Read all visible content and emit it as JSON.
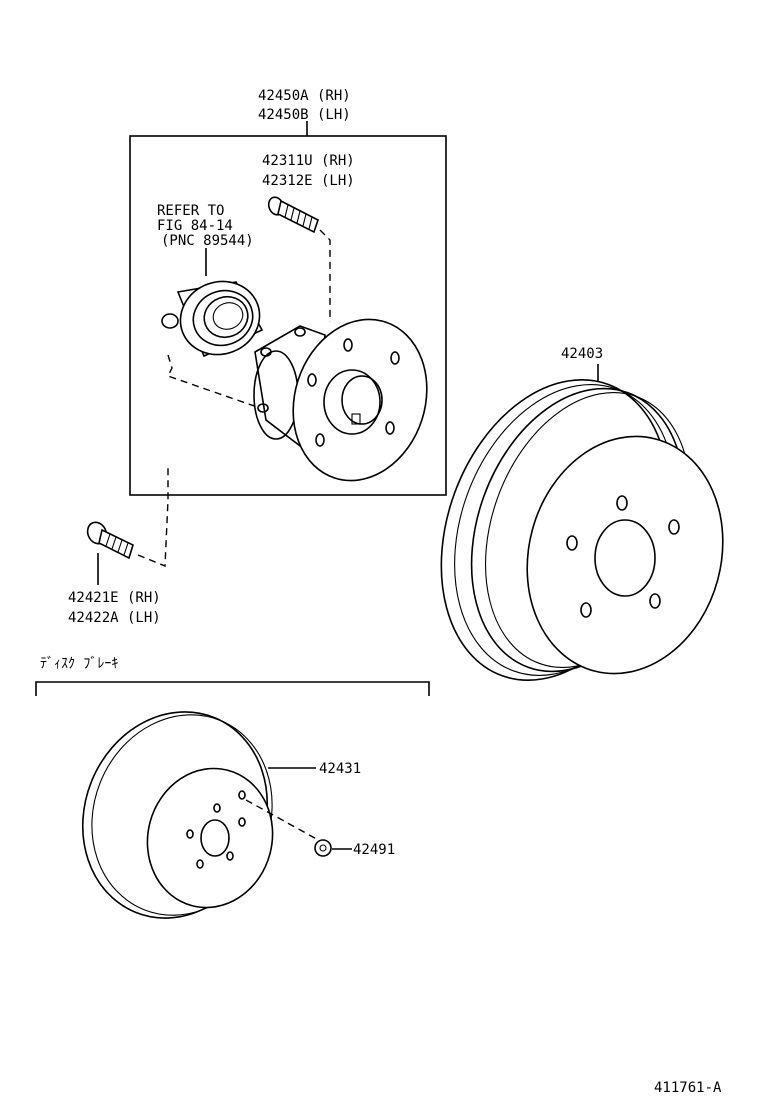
{
  "callouts": {
    "hub_assy_rh": "42450A (RH)",
    "hub_assy_lh": "42450B (LH)",
    "bolt_hub_rh": "42311U (RH)",
    "bolt_hub_lh": "42312E (LH)",
    "refer_line1": "REFER TO",
    "refer_line2": "FIG 84-14",
    "refer_line3": "(PNC 89544)",
    "brake_drum": "42403",
    "bolt_rh": "42421E (RH)",
    "bolt_lh": "42422A (LH)",
    "disc_section": "ﾃﾞｨｽｸ ﾌﾞﾚｰｷ",
    "disc": "42431",
    "disc_screw": "42491",
    "figure_number": "411761-A"
  }
}
